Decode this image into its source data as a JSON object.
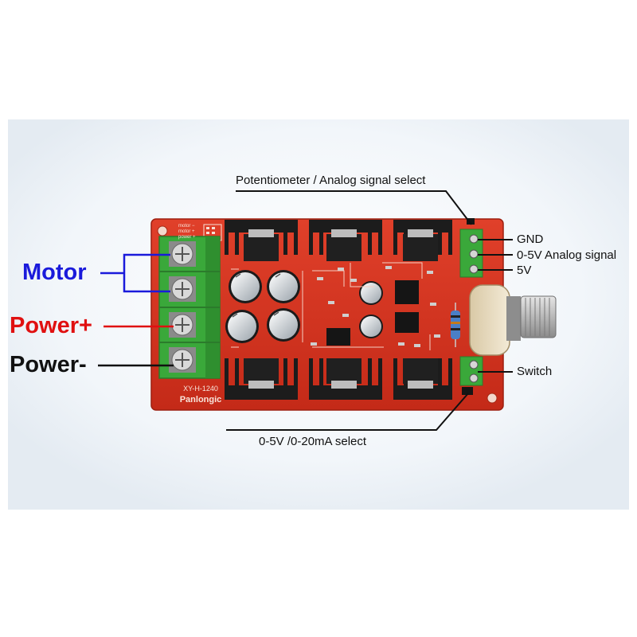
{
  "labels": {
    "motor": "Motor",
    "power_plus": "Power+",
    "power_minus": "Power-",
    "pot_select": "Potentiometer / Analog signal select",
    "gnd": "GND",
    "analog": "0-5V Analog signal",
    "v5": "5V",
    "switch": "Switch",
    "mode_select": "0-5V /0-20mA select"
  },
  "board_text": {
    "model": "XY-H-1240",
    "brand": "Panlongic",
    "silk_motor_minus": "motor −",
    "silk_motor_plus": "motor +",
    "silk_power": "power +"
  },
  "colors": {
    "motor": "#1a1adb",
    "power_plus": "#e01010",
    "power_minus": "#111111",
    "board": "#d8321f",
    "heatsink": "#1c1c1c",
    "terminal": "#3aa83a"
  }
}
